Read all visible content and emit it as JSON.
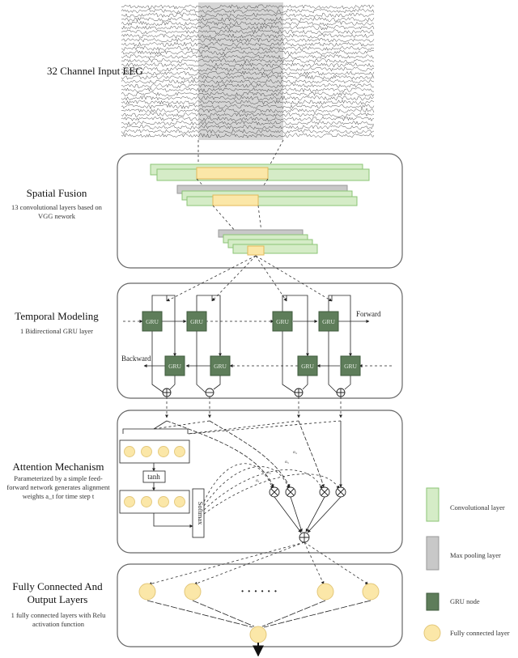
{
  "input": {
    "label": "32 Channel Input EEG"
  },
  "spatial": {
    "title": "Spatial Fusion",
    "desc": "13 convolutional layers based on VGG nework"
  },
  "temporal": {
    "title": "Temporal Modeling",
    "desc": "1 Bidirectional GRU layer",
    "gru_label": "GRU",
    "forward_label": "Forward",
    "backward_label": "Backward"
  },
  "attention": {
    "title": "Attention Mechanism",
    "desc": "Parameterized by a simple feed-forward network generates alignment weights a_t for time step t",
    "tanh_label": "tanh",
    "softmax_label": "Softmax"
  },
  "output": {
    "title": "Fully Connected And Output Layers",
    "desc": "1 fully connected layers with Relu activation function",
    "ellipsis": "· · · · · ·"
  },
  "legend": {
    "items": [
      {
        "label": "Convolutional layer",
        "color": "#d5ecc7",
        "border": "#8bc476"
      },
      {
        "label": "Max pooling layer",
        "color": "#c8c8c8",
        "border": "#999999"
      },
      {
        "label": "GRU node",
        "color": "#5e7d5a",
        "border": "#3f5a3c"
      },
      {
        "label": "Fully connected layer",
        "color": "#fbe7a8",
        "border": "#e3c77a"
      }
    ]
  },
  "colors": {
    "panel_border": "#555555",
    "conv_fill": "#d5ecc7",
    "conv_border": "#8bc476",
    "pool_fill": "#c8c8c8",
    "highlight_fill": "#fbe7a8",
    "highlight_border": "#e3b85a",
    "gru_fill": "#5e7d5a"
  }
}
